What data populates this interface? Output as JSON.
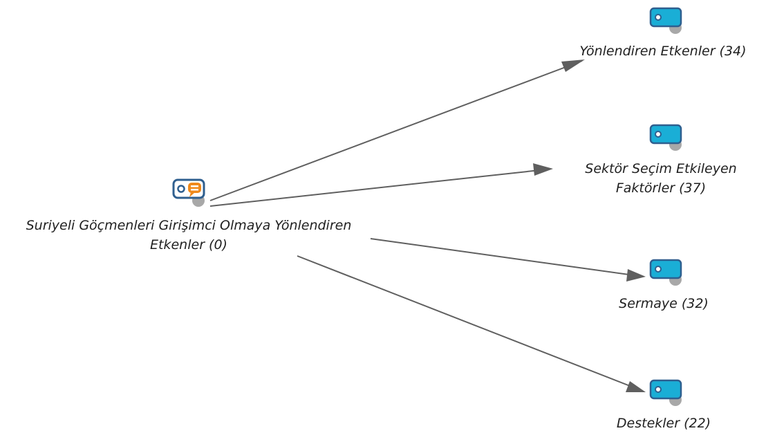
{
  "colors": {
    "edge": "#5f5f5f",
    "code_icon_fill": "#1aaed6",
    "code_icon_stroke": "#2f5f8f",
    "root_icon_accent": "#f08a1c",
    "icon_shadow": "#a8a8a8",
    "label_text": "#1f1f1f"
  },
  "root": {
    "label": "Suriyeli Göçmenleri Girişimci Olmaya Yönlendiren\nEtkenler (0)",
    "icon": "code-with-memo-icon"
  },
  "children": [
    {
      "label": "Yönlendiren Etkenler (34)",
      "icon": "code-icon"
    },
    {
      "label": "Sektör Seçim Etkileyen\nFaktörler (37)",
      "icon": "code-icon"
    },
    {
      "label": "Sermaye (32)",
      "icon": "code-icon"
    },
    {
      "label": "Destekler (22)",
      "icon": "code-icon"
    }
  ]
}
